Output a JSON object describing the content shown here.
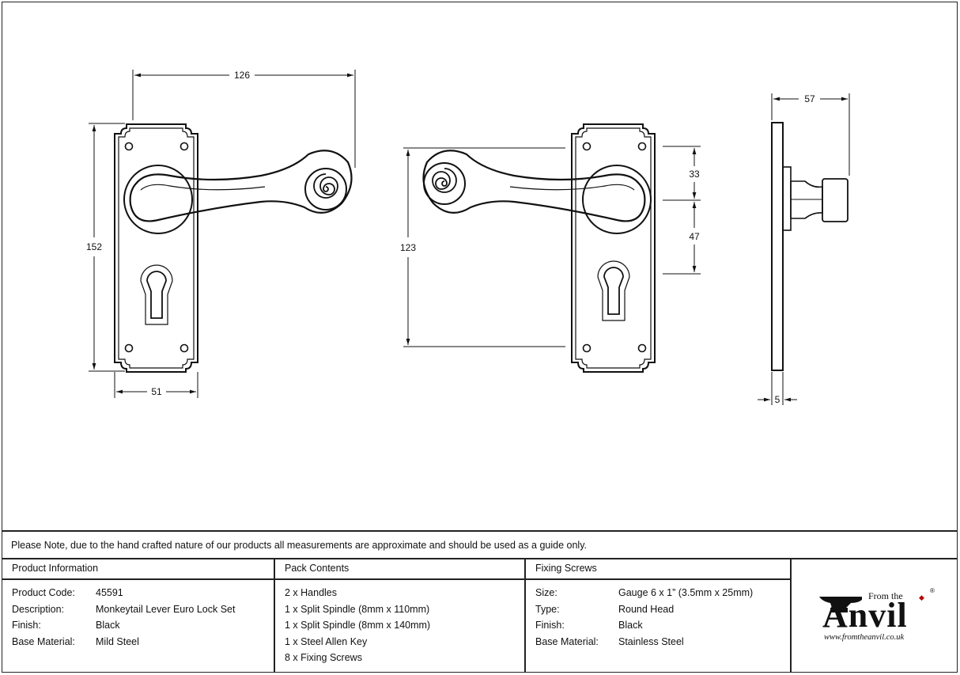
{
  "dimensions": {
    "width_126": "126",
    "height_152": "152",
    "width_51": "51",
    "height_123": "123",
    "offset_33": "33",
    "offset_47": "47",
    "projection_57": "57",
    "plate_5": "5"
  },
  "note": "Please Note, due to the hand crafted nature of our products all measurements are approximate and should be used as a guide only.",
  "product_info": {
    "heading": "Product Information",
    "rows": [
      {
        "label": "Product Code:",
        "value": "45591"
      },
      {
        "label": "Description:",
        "value": "Monkeytail Lever Euro Lock Set"
      },
      {
        "label": "Finish:",
        "value": "Black"
      },
      {
        "label": "Base Material:",
        "value": "Mild Steel"
      }
    ]
  },
  "pack_contents": {
    "heading": "Pack Contents",
    "items": [
      "2 x Handles",
      "1 x Split Spindle (8mm x 110mm)",
      "1 x Split Spindle (8mm x 140mm)",
      "1 x Steel Allen Key",
      "8 x Fixing Screws"
    ]
  },
  "fixing_screws": {
    "heading": "Fixing Screws",
    "rows": [
      {
        "label": "Size:",
        "value": "Gauge 6 x 1” (3.5mm x 25mm)"
      },
      {
        "label": "Type:",
        "value": "Round Head"
      },
      {
        "label": "Finish:",
        "value": "Black"
      },
      {
        "label": "Base Material:",
        "value": "Stainless Steel"
      }
    ]
  },
  "logo": {
    "from_the": "From the",
    "brand": "Anvil",
    "registered": "®",
    "url": "www.fromtheanvil.co.uk"
  }
}
